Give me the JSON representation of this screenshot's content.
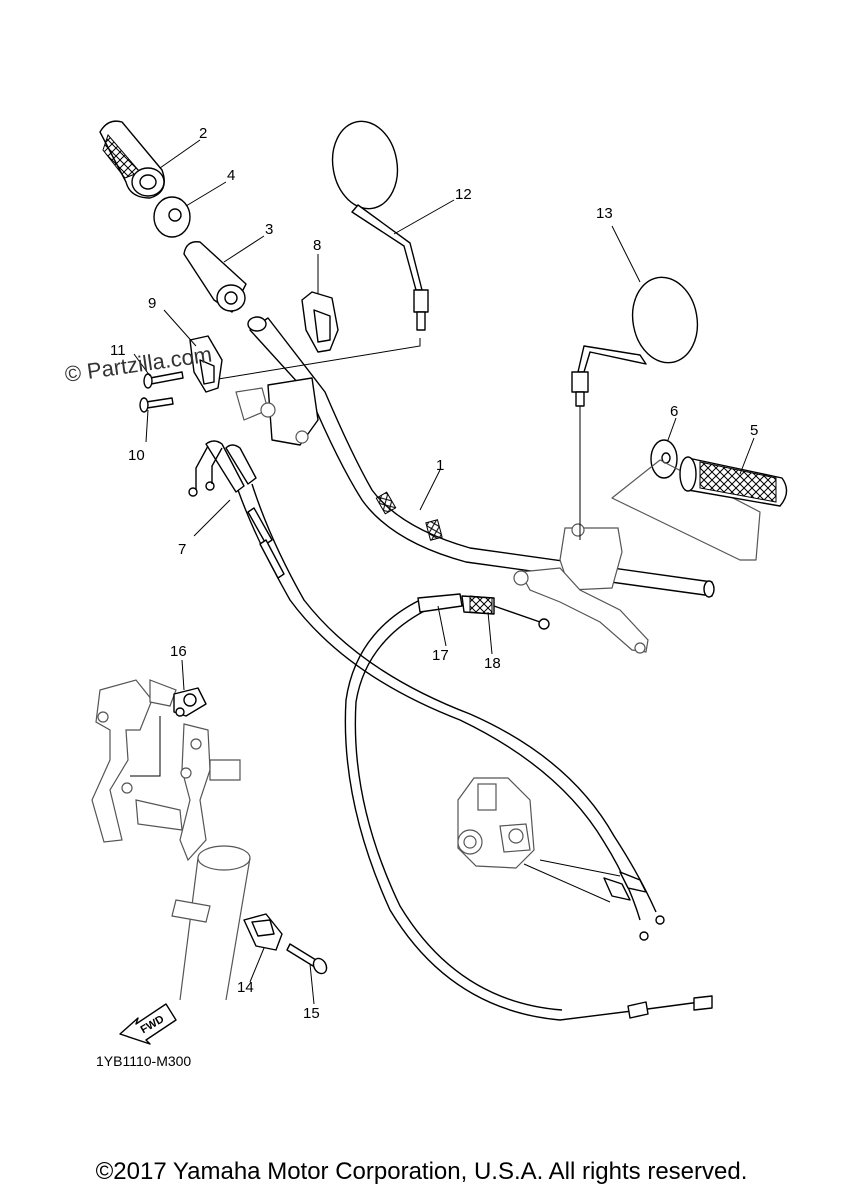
{
  "watermark": "© Partzilla.com",
  "diagram_code": "1YB1110-M300",
  "fwd_label": "FWD",
  "copyright": "©2017 Yamaha Motor Corporation, U.S.A. All rights reserved.",
  "callouts": {
    "c1": "1",
    "c2": "2",
    "c3": "3",
    "c4": "4",
    "c5": "5",
    "c6": "6",
    "c7": "7",
    "c8": "8",
    "c9": "9",
    "c10": "10",
    "c11": "11",
    "c12": "12",
    "c13": "13",
    "c14": "14",
    "c15": "15",
    "c16": "16",
    "c17": "17",
    "c18": "18"
  }
}
